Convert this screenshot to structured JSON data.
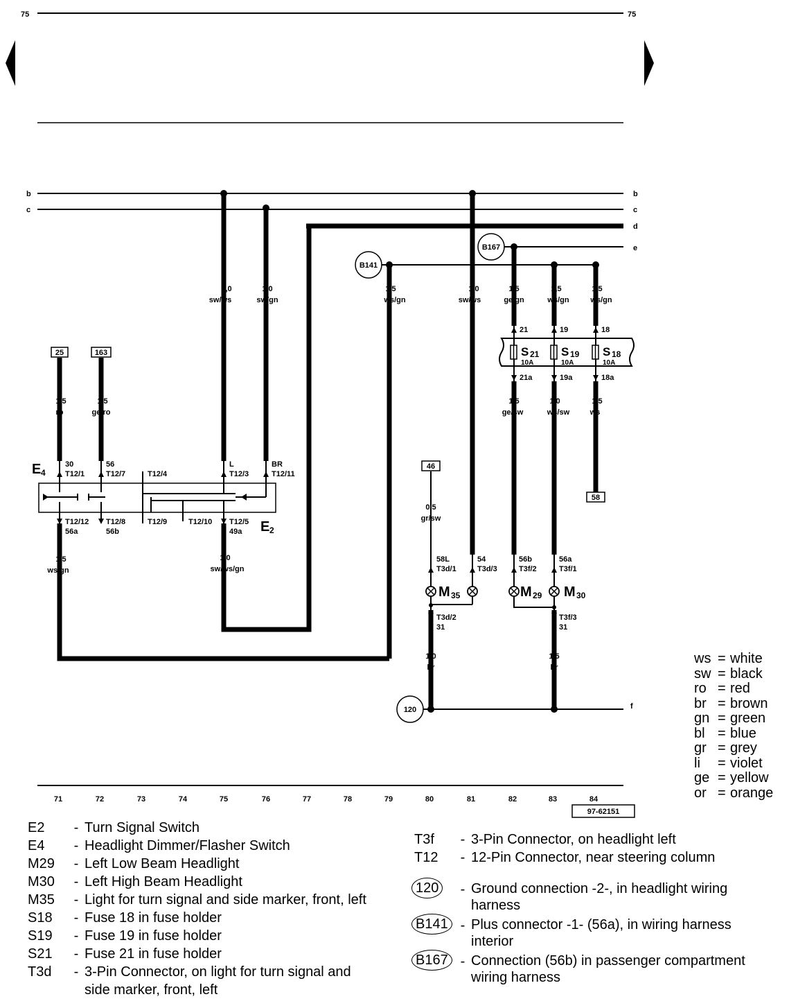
{
  "page": {
    "page_number_left": "75",
    "page_number_right": "75",
    "drawing_number": "97-62151"
  },
  "bus_labels": {
    "b": "b",
    "c": "c",
    "d": "d",
    "e": "e",
    "f": "f"
  },
  "wires": [
    {
      "id": "w75",
      "gauge": "1,0",
      "color": "sw/ws"
    },
    {
      "id": "w76",
      "gauge": "1,0",
      "color": "sw/gn"
    },
    {
      "id": "w79",
      "gauge": "1,5",
      "color": "ws/gn"
    },
    {
      "id": "w81",
      "gauge": "1,0",
      "color": "sw/ws"
    },
    {
      "id": "w82t",
      "gauge": "1,5",
      "color": "ge/gn"
    },
    {
      "id": "w83t",
      "gauge": "1,5",
      "color": "ws/gn"
    },
    {
      "id": "w84t",
      "gauge": "1,5",
      "color": "ws/gn"
    },
    {
      "id": "w71",
      "gauge": "1,5",
      "color": "ro"
    },
    {
      "id": "w72",
      "gauge": "1,5",
      "color": "ge/ro"
    },
    {
      "id": "w82b",
      "gauge": "1,5",
      "color": "ge/sw"
    },
    {
      "id": "w83b",
      "gauge": "1,0",
      "color": "ws/sw"
    },
    {
      "id": "w84b",
      "gauge": "1,5",
      "color": "ws"
    },
    {
      "id": "w80t",
      "gauge": "0,5",
      "color": "gr/sw"
    },
    {
      "id": "w71b",
      "gauge": "1,5",
      "color": "ws/gn"
    },
    {
      "id": "w75b",
      "gauge": "1,0",
      "color": "sw/ws/gn"
    },
    {
      "id": "w80b",
      "gauge": "1,0",
      "color": "br"
    },
    {
      "id": "w83g",
      "gauge": "1,5",
      "color": "br"
    }
  ],
  "refs": {
    "r25": "25",
    "r163": "163",
    "r46": "46",
    "r58": "58"
  },
  "circles": {
    "b141": "B141",
    "b167": "B167",
    "g120": "120"
  },
  "fuses": [
    {
      "name": "S",
      "sub": "21",
      "rating": "10A",
      "in": "21",
      "out": "21a"
    },
    {
      "name": "S",
      "sub": "19",
      "rating": "10A",
      "in": "19",
      "out": "19a"
    },
    {
      "name": "S",
      "sub": "18",
      "rating": "10A",
      "in": "18",
      "out": "18a"
    }
  ],
  "components": {
    "e4": {
      "name": "E",
      "sub": "4"
    },
    "e2": {
      "name": "E",
      "sub": "2"
    },
    "m35": {
      "name": "M",
      "sub": "35"
    },
    "m29": {
      "name": "M",
      "sub": "29"
    },
    "m30": {
      "name": "M",
      "sub": "30"
    }
  },
  "pins": {
    "p30": "30",
    "t12_1": "T12/1",
    "p56": "56",
    "t12_7": "T12/7",
    "t12_4": "T12/4",
    "pL": "L",
    "t12_3": "T12/3",
    "pBR": "BR",
    "t12_11": "T12/11",
    "t12_12": "T12/12",
    "p56a": "56a",
    "t12_8": "T12/8",
    "p56b": "56b",
    "t12_9": "T12/9",
    "t12_10": "T12/10",
    "t12_5": "T12/5",
    "p49a": "49a",
    "p58L": "58L",
    "t3d_1": "T3d/1",
    "p54": "54",
    "t3d_3": "T3d/3",
    "p56b2": "56b",
    "t3f_2": "T3f/2",
    "p56a2": "56a",
    "t3f_1": "T3f/1",
    "t3d_2": "T3d/2",
    "p31a": "31",
    "t3f_3": "T3f/3",
    "p31b": "31"
  },
  "columns": [
    "71",
    "72",
    "73",
    "74",
    "75",
    "76",
    "77",
    "78",
    "79",
    "80",
    "81",
    "82",
    "83",
    "84"
  ],
  "legend_left": [
    {
      "code": "E2",
      "desc": "Turn Signal Switch"
    },
    {
      "code": "E4",
      "desc": "Headlight Dimmer/Flasher Switch"
    },
    {
      "code": "M29",
      "desc": "Left Low Beam Headlight"
    },
    {
      "code": "M30",
      "desc": "Left High Beam Headlight"
    },
    {
      "code": "M35",
      "desc": "Light for turn signal and side marker, front, left"
    },
    {
      "code": "S18",
      "desc": "Fuse 18 in fuse holder"
    },
    {
      "code": "S19",
      "desc": "Fuse 19 in fuse holder"
    },
    {
      "code": "S21",
      "desc": "Fuse 21 in fuse holder"
    },
    {
      "code": "T3d",
      "desc": "3-Pin Connector, on light for turn signal and",
      "desc2": "side marker, front, left"
    }
  ],
  "legend_right": [
    {
      "code": "T3f",
      "desc": "3-Pin Connector, on headlight left"
    },
    {
      "code": "T12",
      "desc": "12-Pin Connector, near steering column"
    }
  ],
  "legend_circles": [
    {
      "code": "120",
      "desc": "Ground connection -2-, in headlight wiring",
      "desc2": "harness"
    },
    {
      "code": "B141",
      "desc": "Plus connector -1- (56a), in wiring harness",
      "desc2": "interior"
    },
    {
      "code": "B167",
      "desc": "Connection (56b) in passenger compartment",
      "desc2": "wiring harness"
    }
  ],
  "color_codes": [
    {
      "abbr": "ws",
      "name": "white"
    },
    {
      "abbr": "sw",
      "name": "black"
    },
    {
      "abbr": "ro",
      "name": "red"
    },
    {
      "abbr": "br",
      "name": "brown"
    },
    {
      "abbr": "gn",
      "name": "green"
    },
    {
      "abbr": "bl",
      "name": "blue"
    },
    {
      "abbr": "gr",
      "name": "grey"
    },
    {
      "abbr": "li",
      "name": "violet"
    },
    {
      "abbr": "ge",
      "name": "yellow"
    },
    {
      "abbr": "or",
      "name": "orange"
    }
  ]
}
